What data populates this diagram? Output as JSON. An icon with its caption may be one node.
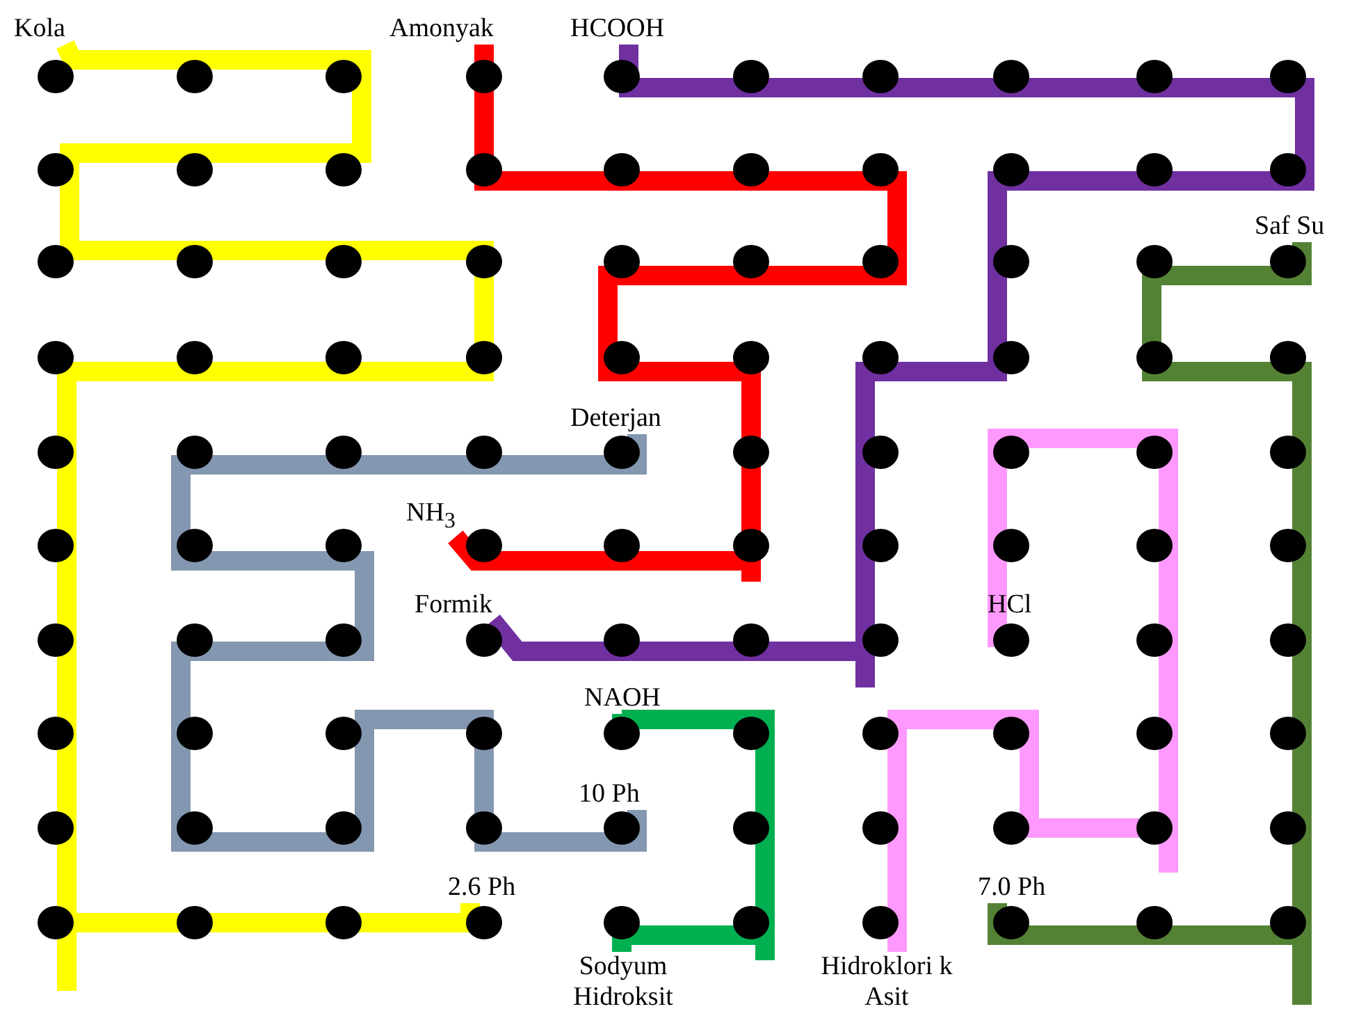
{
  "diagram": {
    "nodes": [
      {
        "text": [
          "Kola"
        ]
      },
      {
        "text": [
          "Amonyak"
        ]
      },
      {
        "text": [
          "HCOOH"
        ]
      },
      {
        "text": [
          "Saf Su"
        ]
      },
      {
        "text": [
          "Deterjan"
        ]
      },
      {
        "text": [
          "NH$_{3}$"
        ]
      },
      {
        "text": [
          "Formik"
        ]
      },
      {
        "text": [
          "HCl"
        ]
      },
      {
        "text": [
          "NAOH"
        ]
      },
      {
        "text": [
          "10 Ph"
        ]
      },
      {
        "text": [
          "2.6 Ph"
        ]
      },
      {
        "text": [
          "7.0 Ph"
        ]
      },
      {
        "text": [
          "Sodyum Hidroksit"
        ]
      },
      {
        "text": [
          "Hidroklori k Asit"
        ]
      }
    ],
    "edges": [
      {
        "from": 0,
        "to": 10,
        "arrow": "none",
        "color": "#ffff00"
      },
      {
        "from": 1,
        "to": 5,
        "arrow": "none",
        "color": "#ff0000"
      },
      {
        "from": 2,
        "to": 6,
        "arrow": "none",
        "color": "#7030a0"
      },
      {
        "from": 4,
        "to": 9,
        "arrow": "none",
        "color": "#8497b0"
      },
      {
        "from": 3,
        "to": 11,
        "arrow": "none",
        "color": "#548235"
      },
      {
        "from": 8,
        "to": 12,
        "arrow": "none",
        "color": "#00b050"
      },
      {
        "from": 7,
        "to": 13,
        "arrow": "none",
        "color": "#ff99ff"
      }
    ]
  }
}
